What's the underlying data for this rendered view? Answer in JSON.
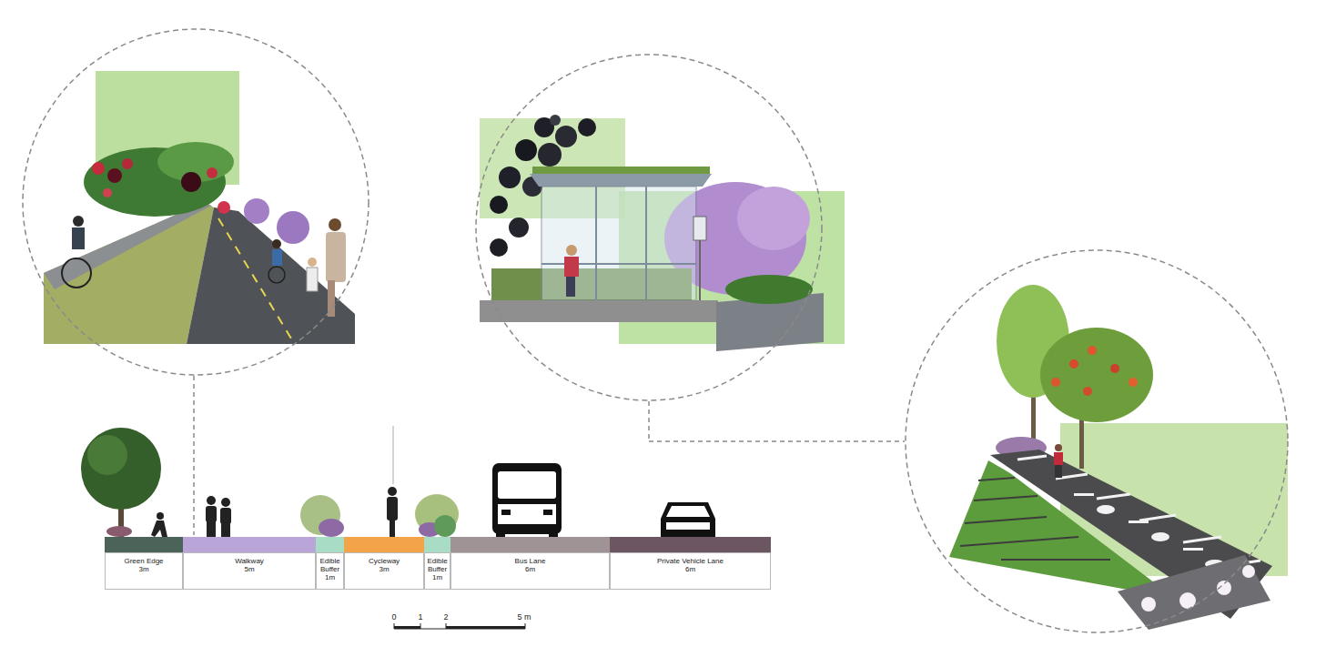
{
  "diagram": {
    "nodes": [
      {
        "text": [
          "Green Edge 3m"
        ]
      },
      {
        "text": [
          "Walkway 5m"
        ]
      },
      {
        "text": [
          "Edible Buffer 1m"
        ]
      },
      {
        "text": [
          "Cycleway 3m"
        ]
      },
      {
        "text": [
          "Edible Buffer 1m"
        ]
      },
      {
        "text": [
          "Bus Lane 6m"
        ]
      },
      {
        "text": [
          "Private Vehicle Lane 6m"
        ]
      }
    ],
    "labels": [
      "0",
      "1",
      "2",
      "5 m"
    ]
  }
}
